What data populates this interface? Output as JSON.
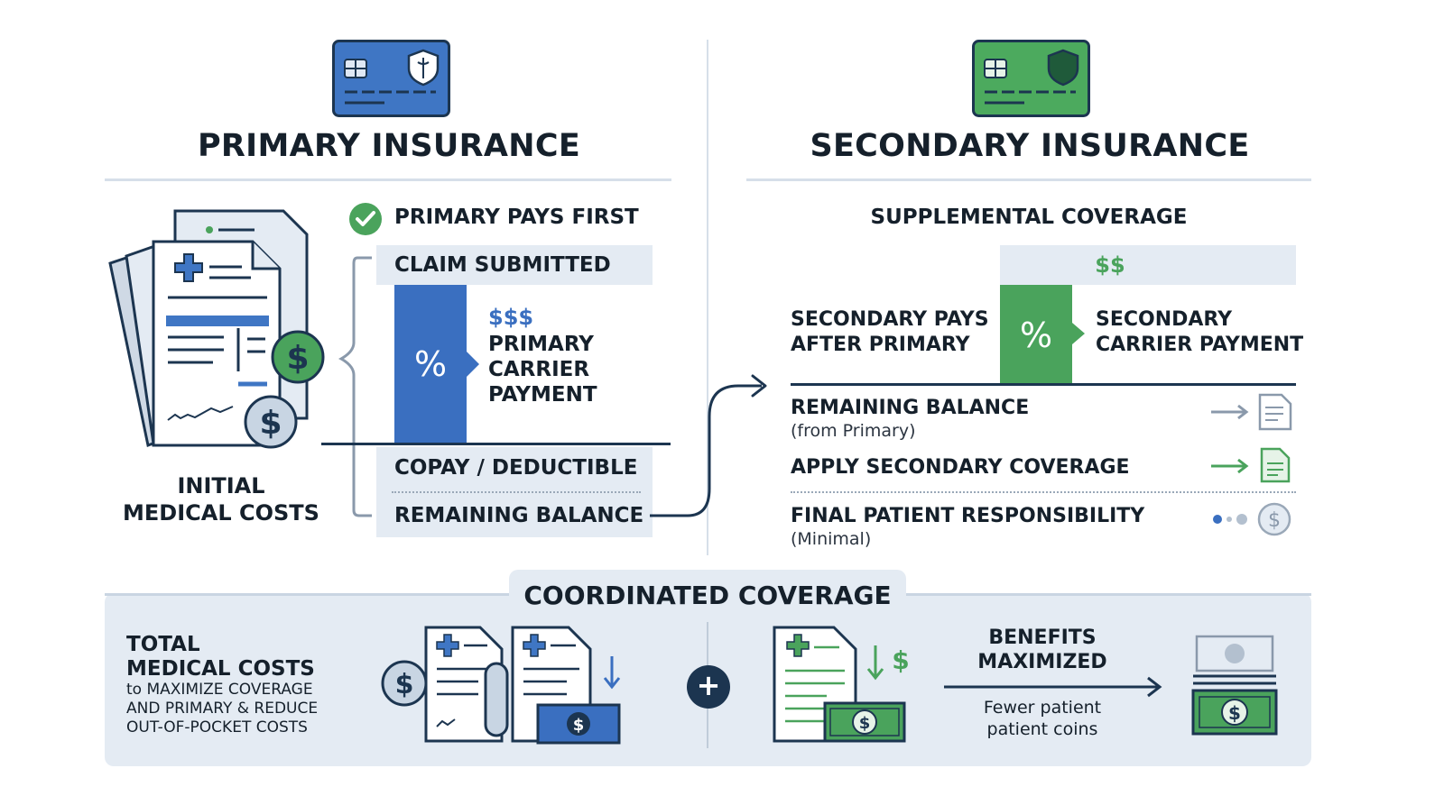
{
  "primary": {
    "title": "PRIMARY INSURANCE",
    "pays_first": "PRIMARY PAYS FIRST",
    "claim_submitted": "CLAIM SUBMITTED",
    "percent": "%",
    "amount": "$$$",
    "carrier_payment_lines": [
      "PRIMARY",
      "CARRIER",
      "PAYMENT"
    ],
    "copay": "COPAY / DEDUCTIBLE",
    "remaining": "REMAINING BALANCE",
    "initial_costs_lines": [
      "INITIAL",
      "MEDICAL COSTS"
    ]
  },
  "secondary": {
    "title": "SECONDARY INSURANCE",
    "supplemental": "SUPPLEMENTAL COVERAGE",
    "amount": "$$",
    "pays_after_lines": [
      "SECONDARY PAYS",
      "AFTER PRIMARY"
    ],
    "percent": "%",
    "carrier_payment_lines": [
      "SECONDARY",
      "CARRIER PAYMENT"
    ],
    "steps": [
      {
        "title": "REMAINING BALANCE",
        "note": "(from Primary)"
      },
      {
        "title": "APPLY SECONDARY COVERAGE",
        "note": ""
      },
      {
        "title": "FINAL PATIENT RESPONSIBILITY",
        "note": "(Minimal)"
      }
    ]
  },
  "coordinated": {
    "title": "COORDINATED COVERAGE",
    "total_lines": [
      "TOTAL",
      "MEDICAL COSTS"
    ],
    "total_desc_lines": [
      "to MAXIMIZE COVERAGE",
      "AND PRIMARY & REDUCE",
      "OUT-OF-POCKET COSTS"
    ],
    "plus": "+",
    "benefits_lines": [
      "BENEFITS",
      "MAXIMIZED"
    ],
    "fewer_lines": [
      "Fewer patient",
      "patient coins"
    ]
  },
  "colors": {
    "blue": "#3a6fc0",
    "green": "#4aa35c",
    "navy": "#1c3550",
    "band": "#e4ebf3"
  },
  "icons": [
    "insurance-card-icon",
    "shield-icon",
    "medical-documents-icon",
    "dollar-coin-icon",
    "check-icon",
    "document-icon",
    "banknote-icon",
    "plus-icon",
    "arrow-icon"
  ]
}
